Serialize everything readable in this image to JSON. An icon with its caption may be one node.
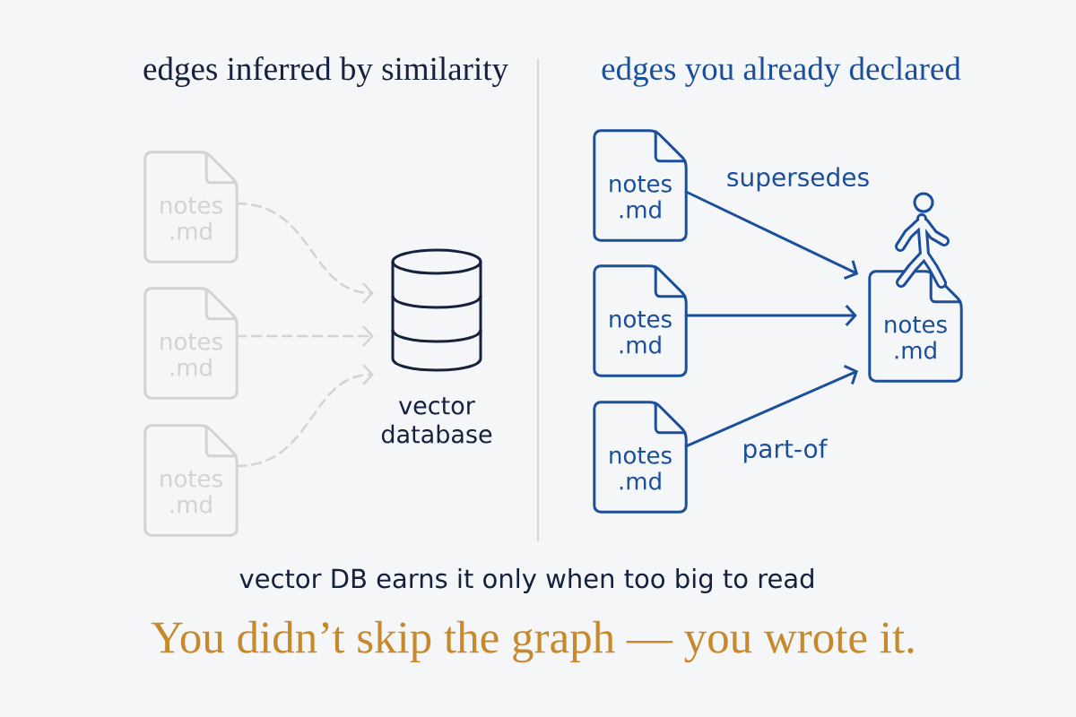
{
  "diagram": {
    "caption": "You didn’t skip the graph — you wrote it.",
    "nodes": [
      {
        "text": [
          "notes .md"
        ]
      },
      {
        "text": [
          "notes .md"
        ]
      },
      {
        "text": [
          "notes .md"
        ]
      },
      {
        "text": [
          "vector database"
        ]
      },
      {
        "text": [
          "notes .md"
        ]
      },
      {
        "text": [
          "notes .md"
        ]
      },
      {
        "text": [
          "notes .md"
        ]
      },
      {
        "text": [
          "notes .md"
        ]
      }
    ],
    "edges": [
      {
        "from": 0,
        "to": 3,
        "arrow": "to",
        "style": "dashed",
        "color": "#d2d3d5"
      },
      {
        "from": 1,
        "to": 3,
        "arrow": "to",
        "style": "dashed",
        "color": "#d2d3d5"
      },
      {
        "from": 2,
        "to": 3,
        "arrow": "to",
        "style": "dashed",
        "color": "#d2d3d5"
      },
      {
        "from": 4,
        "to": 7,
        "arrow": "to",
        "label": "supersedes",
        "color": "#1b4f9c"
      },
      {
        "from": 5,
        "to": 7,
        "arrow": "to",
        "color": "#1b4f9c"
      },
      {
        "from": 6,
        "to": 7,
        "arrow": "to",
        "label": "part-of",
        "color": "#1b4f9c"
      }
    ],
    "labels": [
      "edges inferred by similarity",
      "edges you already declared",
      "vector DB earns it only when too big to read"
    ]
  }
}
